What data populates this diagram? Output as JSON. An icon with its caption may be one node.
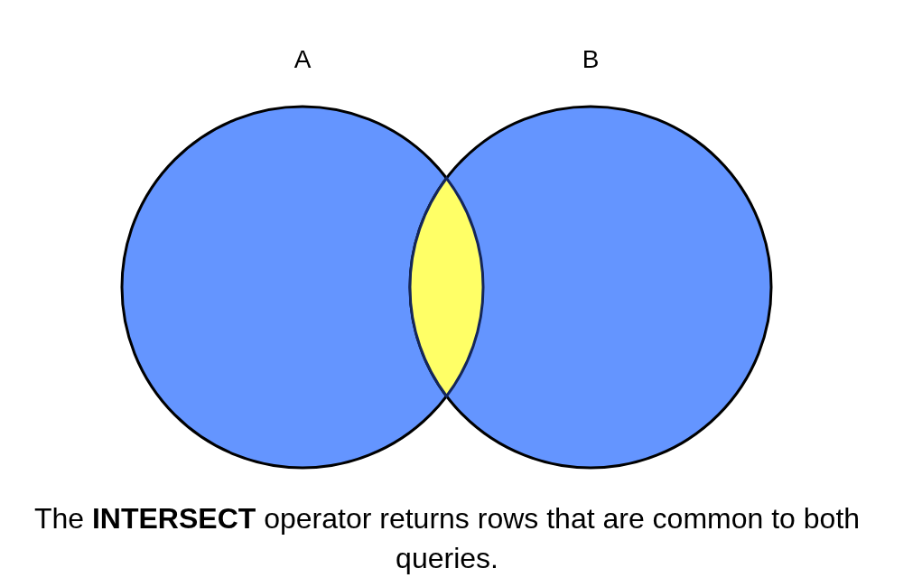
{
  "diagram": {
    "caption": "The **INTERSECT** operator returns rows that are common to both queries.",
    "labels": [
      "A",
      "B"
    ]
  }
}
